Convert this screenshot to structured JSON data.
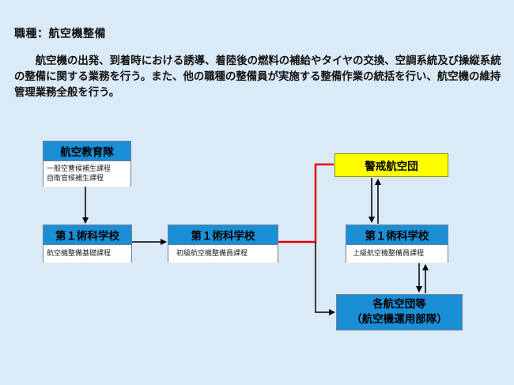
{
  "header": {
    "title": "職種：航空機整備"
  },
  "description": "航空機の出発、到着時における誘導、着陸後の燃料の補給やタイヤの交換、空調系統及び操縦系統の整備に関する業務を行う。また、他の職種の整備員が実施する整備作業の統括を行い、航空機の維持管理業務全般を行う。",
  "nodes": {
    "edu_corps": {
      "title": "航空教育隊",
      "courses": [
        "一般空曹候補生課程",
        "自衛官候補生課程"
      ]
    },
    "school_basic": {
      "title": "第１術科学校",
      "course": "航空機整備基礎課程"
    },
    "school_initial": {
      "title": "第１術科学校",
      "course": "初級航空機整備員課程"
    },
    "warning_group": {
      "title": "警戒航空団"
    },
    "school_advanced": {
      "title": "第１術科学校",
      "course": "上級航空機整備員課程"
    },
    "air_wings": {
      "line1": "各航空団等",
      "line2": "（航空機運用部隊）"
    }
  },
  "colors": {
    "background": "#dbeaf7",
    "box_blue": "#1a8fd6",
    "highlight_yellow": "#ffff00",
    "path_red": "#e00000",
    "connector": "#000000"
  }
}
